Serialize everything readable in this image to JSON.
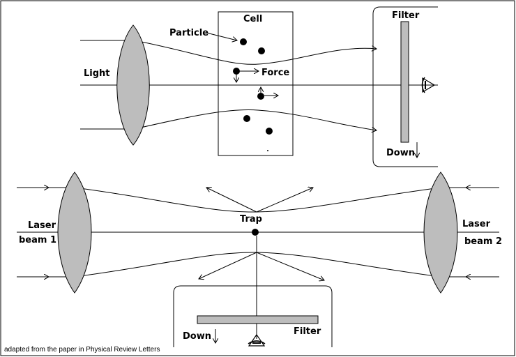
{
  "top_setup": {
    "cell_label": "Cell",
    "particle_label": "Particle",
    "light_label": "Light",
    "force_label": "Force",
    "filter_label": "Filter",
    "down_label": "Down"
  },
  "bottom_setup": {
    "laser1_line1": "Laser",
    "laser1_line2": "beam 1",
    "laser2_line1": "Laser",
    "laser2_line2": "beam 2",
    "trap_label": "Trap",
    "filter_label": "Filter",
    "down_label": "Down"
  },
  "credit": "adapted from the paper in Physical Review Letters",
  "icons": [
    "eye-icon",
    "down-arrow-icon",
    "force-arrow-icon"
  ],
  "colors": {
    "lens": "#bdbdbd",
    "filter": "#bdbdbd",
    "ink": "#000000"
  }
}
